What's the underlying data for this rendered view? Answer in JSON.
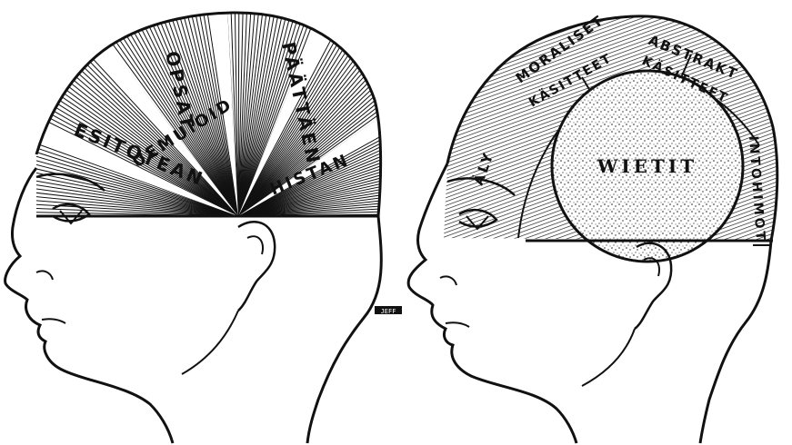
{
  "left_head": {
    "regions": [
      {
        "id": "r1",
        "label": "ESITOTEAN"
      },
      {
        "id": "r2",
        "label": "UEMUIOID"
      },
      {
        "id": "r3",
        "label": "OPSAT"
      },
      {
        "id": "r4",
        "label": "PÄÄTTÄEN"
      },
      {
        "id": "r5",
        "label": "HISTAN"
      }
    ]
  },
  "right_head": {
    "arc_labels": {
      "moral_top": "MORALISET",
      "moral_bottom": "KÄSITTEET",
      "abstract_top": "ABSTRAKT",
      "abstract_bottom": "KÄSITTEET",
      "will": "ÄLY",
      "passions": "INTOHIMOT"
    },
    "core_label": "WIETIT"
  },
  "signature": "JEFF",
  "colors": {
    "ink": "#111111",
    "paper": "#ffffff"
  }
}
